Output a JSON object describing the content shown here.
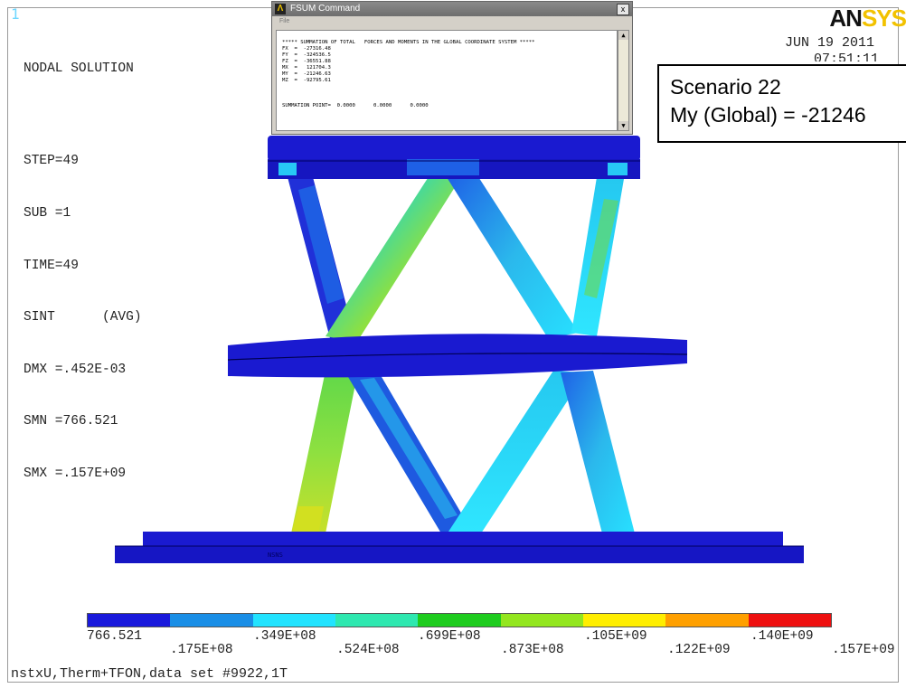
{
  "window_number": "1",
  "logo": {
    "an": "AN",
    "ys": "SYS"
  },
  "solution": {
    "title": "NODAL SOLUTION",
    "step": "STEP=49",
    "sub": "SUB =1",
    "time": "TIME=49",
    "sint": "SINT      (AVG)",
    "dmx": "DMX =.452E-03",
    "smn": "SMN =766.521",
    "smx": "SMX =.157E+09"
  },
  "date": "JUN 19 2011",
  "time_stamp": "07:51:11",
  "dialog": {
    "title": "FSUM   Command",
    "menu": "File",
    "close": "x",
    "header": "***** SUMMATION OF TOTAL   FORCES AND MOMENTS IN THE GLOBAL COORDINATE SYSTEM *****",
    "rows": [
      "FX  =  -27316.48",
      "FY  =  -324536.5",
      "FZ  =  -36551.88",
      "MX  =   121704.3",
      "MY  =  -21246.63",
      "MZ  =  -92795.61"
    ],
    "summation_point": "SUMMATION POINT=  0.0000      0.0000      0.0000"
  },
  "scenario": {
    "line1": "Scenario 22",
    "line2": "My (Global) = -21246"
  },
  "legend": {
    "colors": [
      "#1a1adc",
      "#1a8ee6",
      "#22e3ff",
      "#2ee8b0",
      "#1ecc1e",
      "#93e61e",
      "#ffee00",
      "#ffa000",
      "#ee1010"
    ],
    "top_labels": [
      "766.521",
      ".349E+08",
      ".699E+08",
      ".105E+09",
      ".140E+09"
    ],
    "bottom_labels": [
      ".175E+08",
      ".524E+08",
      ".873E+08",
      ".122E+09",
      ".157E+09"
    ]
  },
  "footer": "nstxU,Therm+TFON,data set #9922,1T",
  "model_label": "NSNS"
}
